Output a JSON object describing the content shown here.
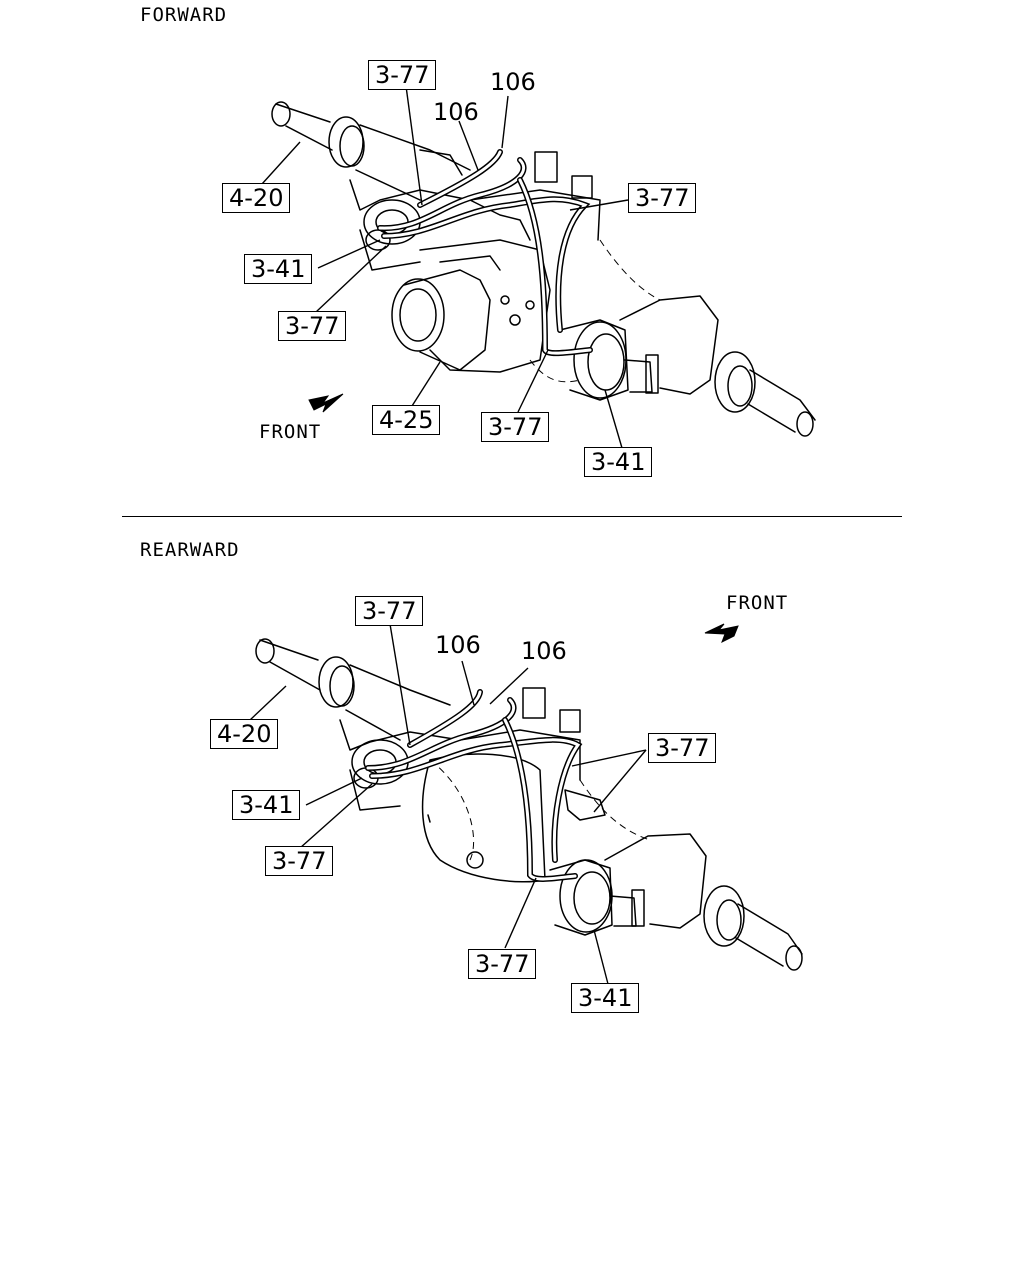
{
  "forward": {
    "title": "FORWARD",
    "front_label": "FRONT",
    "callouts": {
      "c377_top": "3-77",
      "c106_a": "106",
      "c106_b": "106",
      "c420": "4-20",
      "c377_right": "3-77",
      "c341_left": "3-41",
      "c377_left": "3-77",
      "c425": "4-25",
      "c377_bottom": "3-77",
      "c341_bottom": "3-41"
    }
  },
  "rearward": {
    "title": "REARWARD",
    "front_label": "FRONT",
    "callouts": {
      "c377_top": "3-77",
      "c106_a": "106",
      "c106_b": "106",
      "c420": "4-20",
      "c377_right": "3-77",
      "c341_left": "3-41",
      "c377_left": "3-77",
      "c377_bottom": "3-77",
      "c341_bottom": "3-41"
    }
  }
}
